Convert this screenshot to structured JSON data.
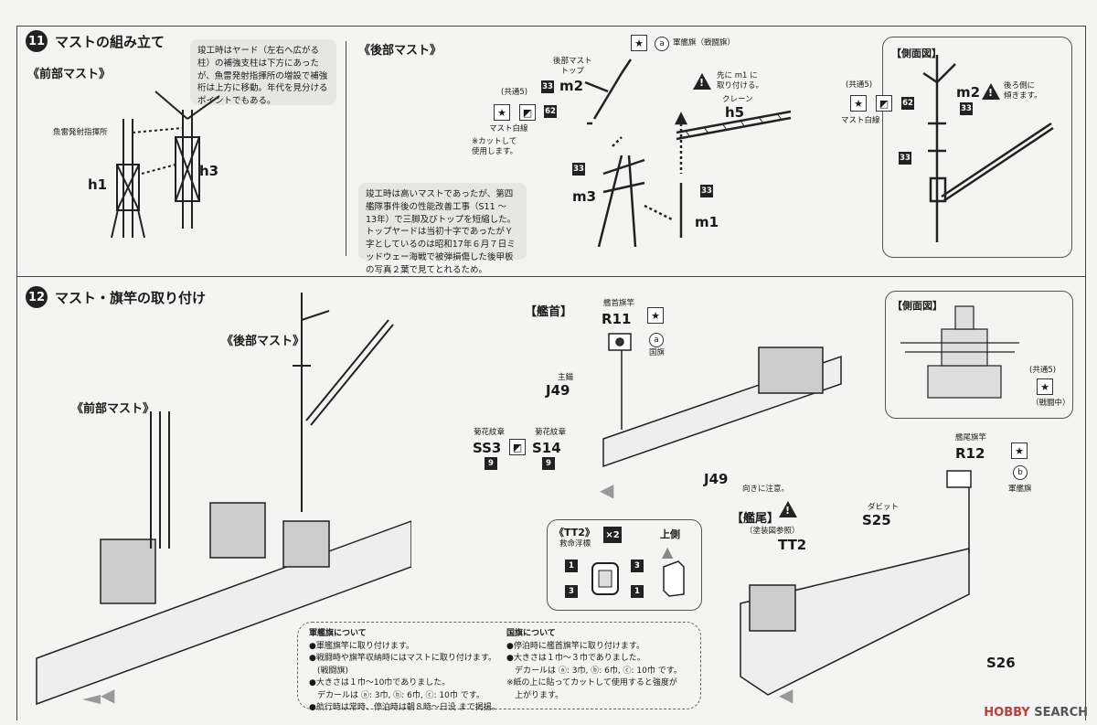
{
  "step11": {
    "number": "11",
    "title": "マストの組み立て",
    "front_mast_label": "《前部マスト》",
    "rear_mast_label": "《後部マスト》",
    "side_view_label": "【側面図】",
    "note_top": "竣工時はヤード（左右へ広がる柱）の補強支柱は下方にあったが、魚雷発射指揮所の増設で補強桁は上方に移動。年代を見分けるポイントでもある。",
    "note_bottom": "竣工時は高いマストであったが、第四艦隊事件後の性能改善工事（S11 〜 13年）で三脚及びトップを短縮した。トップヤードは当初十字であったがＹ字としているのは昭和17年６月７日ミッドウェー海戦で被弾損傷した後甲板の写真２葉で見てとれるため。",
    "torpedo_label": "魚雷発射指揮所",
    "h1": "h1",
    "h3": "h3",
    "mast_top_label": "後部マスト\nトップ",
    "m2": "m2",
    "m3": "m3",
    "m1": "m1",
    "h5": "h5",
    "crane_label": "クレーン",
    "common5": "(共通5)",
    "mast_white": "マスト白線",
    "cut_note": "※カットして\n使用します。",
    "ensign_label": "軍艦旗（戦闘旗）",
    "warn_m1": "先に m1 に\n取り付ける。",
    "warn_tilt": "後ろ側に\n傾きます。",
    "n33": "33",
    "n62": "62",
    "circle_a": "a"
  },
  "step12": {
    "number": "12",
    "title": "マスト・旗竿の取り付け",
    "front_mast_label": "《前部マスト》",
    "rear_mast_label": "《後部マスト》",
    "bow_label": "【艦首】",
    "stern_label": "【艦尾】",
    "side_view_label": "【側面図】",
    "bow_flagstaff": "艦首旗竿",
    "R11": "R11",
    "stern_flagstaff": "艦尾旗竿",
    "R12": "R12",
    "national_flag": "国旗",
    "naval_flag": "軍艦旗",
    "main_anchor": "主錨",
    "J49": "J49",
    "chrys_crest": "菊花紋章",
    "SS3": "SS3",
    "S14": "S14",
    "n9": "9",
    "orientation": "向きに注意。",
    "paint_ref": "（塗装図参照）",
    "TT2": "TT2",
    "davit": "ダビット",
    "S25": "S25",
    "S26": "S26",
    "tt2_box_title": "《TT2》",
    "x2": "×2",
    "lifebuoy": "救命浮標",
    "upper_side": "上側",
    "common5": "(共通5)",
    "battle": "（戦闘中）",
    "circle_a": "a",
    "circle_b": "b",
    "n1": "1",
    "n3": "3"
  },
  "notes": {
    "naval_ensign_head": "軍艦旗について",
    "naval_ensign_lines": [
      "●軍艦旗竿に取り付けます。",
      "●戦闘時や旗竿収納時にはマストに取り付けます。",
      "　(戦闘旗)",
      "●大きさは１巾〜10巾でありました。",
      "　デカールは ⓐ: 3巾, ⓑ: 6巾, ⓒ: 10巾 です。",
      "●航行時は常時、停泊時は朝８時〜日没 まで掲揚。"
    ],
    "national_flag_head": "国旗について",
    "national_flag_lines": [
      "●停泊時に艦首旗竿に取り付けます。",
      "●大きさは１巾〜３巾でありました。",
      "　デカールは ⓐ: 3巾, ⓑ: 6巾, ⓒ: 10巾 です。",
      "",
      "※紙の上に貼ってカットして使用すると強度が",
      "　上がります。"
    ]
  },
  "watermark": {
    "brand": "HOBBY",
    "brand2": "SEARCH"
  }
}
